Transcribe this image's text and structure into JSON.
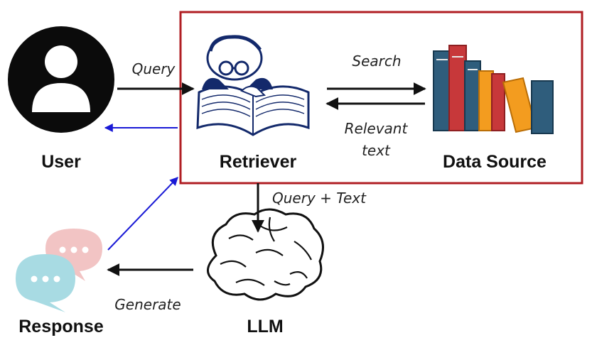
{
  "colors": {
    "frame": "#b01e23",
    "arrow": "#111111",
    "feedback_arrow": "#1a1ad6",
    "retriever_ink": "#13296b",
    "bubble_pink": "#f2c4c4",
    "bubble_blue": "#a8dbe3"
  },
  "icons": {
    "user": "user-avatar-icon",
    "retriever": "reading-scholar-icon",
    "data_source": "book-stack-icon",
    "llm": "brain-icon",
    "response": "chat-bubbles-icon"
  },
  "nodes": {
    "user": "User",
    "retriever": "Retriever",
    "data_source": "Data Source",
    "llm": "LLM",
    "response": "Response"
  },
  "edges": {
    "query": "Query",
    "search": "Search",
    "relevant_line1": "Relevant",
    "relevant_line2": "text",
    "query_text": "Query + Text",
    "generate": "Generate"
  }
}
